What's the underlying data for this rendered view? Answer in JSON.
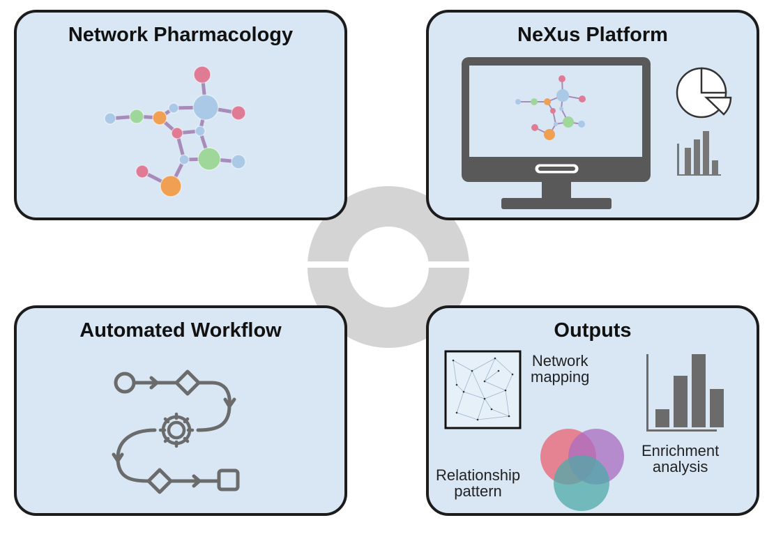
{
  "panels": {
    "network_pharmacology": {
      "title": "Network Pharmacology"
    },
    "nexus_platform": {
      "title": "NeXus Platform"
    },
    "automated_workflow": {
      "title": "Automated Workflow"
    },
    "outputs": {
      "title": "Outputs",
      "network_mapping": [
        "Network",
        "mapping"
      ],
      "relationship_pattern": [
        "Relationship",
        "pattern"
      ],
      "enrichment_analysis": [
        "Enrichment",
        "analysis"
      ]
    }
  },
  "colors": {
    "panel_fill": "#d9e7f5",
    "panel_border": "#1c1c1c",
    "ring": "#d4d4d4",
    "node_pink": "#e07b95",
    "node_blue": "#a9c9e6",
    "node_green": "#9fd69a",
    "node_orange": "#f0a053",
    "edge": "#a78bb8",
    "icon_gray": "#6b6b6b",
    "venn_red": "#e86a7a",
    "venn_purple": "#a86cc0",
    "venn_teal": "#4fa9a8"
  },
  "icons": [
    "molecular-network-icon",
    "monitor-icon",
    "pie-chart-icon",
    "bar-chart-icon",
    "workflow-icon",
    "gear-icon",
    "venn-diagram-icon"
  ]
}
